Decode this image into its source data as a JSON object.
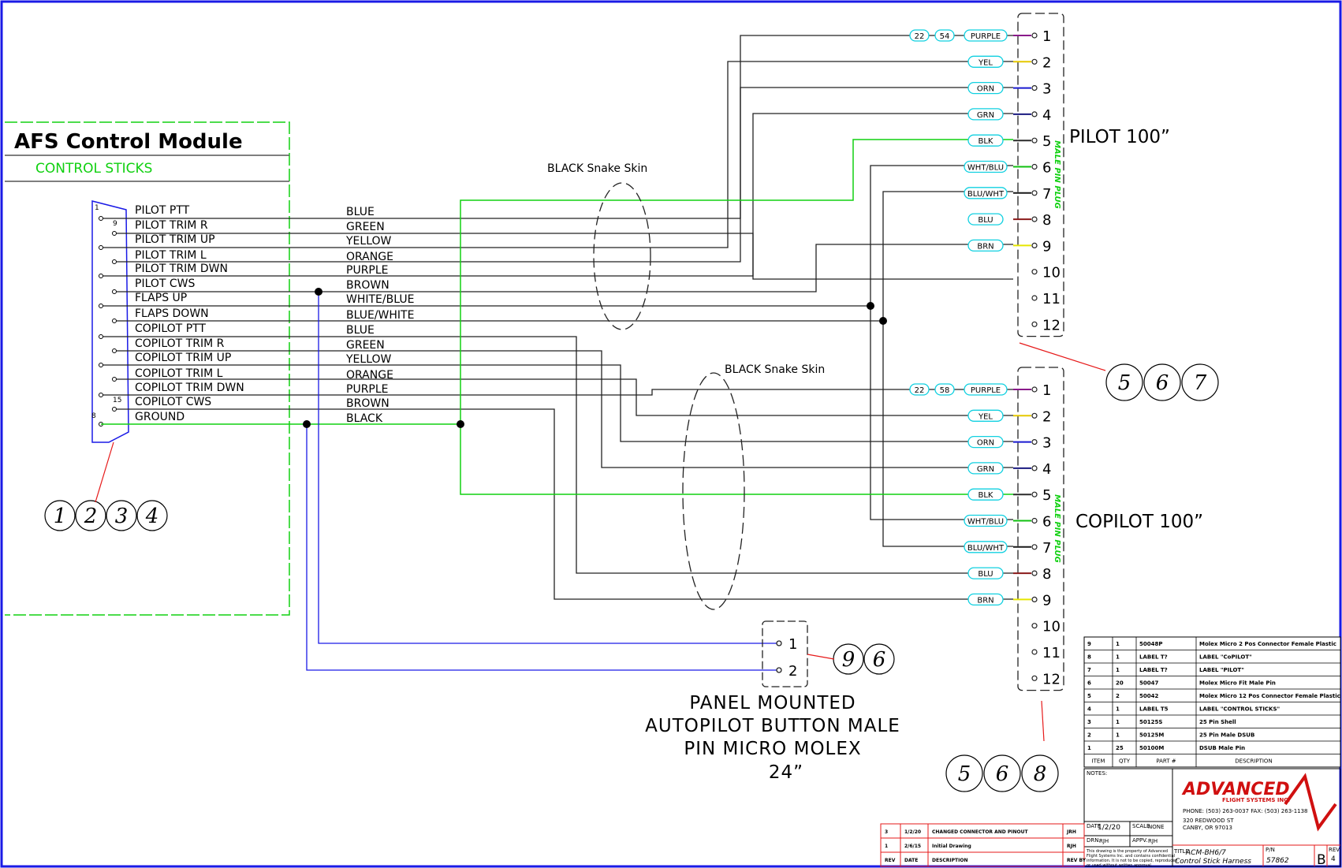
{
  "module_title": "AFS Control Module",
  "module_subtitle": "CONTROL STICKS",
  "dsub_pins": {
    "p1": "1",
    "p9": "9",
    "p15": "15",
    "p8": "8"
  },
  "signals": [
    {
      "name": "PILOT PTT",
      "color": "BLUE"
    },
    {
      "name": "PILOT TRIM R",
      "color": "GREEN"
    },
    {
      "name": "PILOT TRIM UP",
      "color": "YELLOW"
    },
    {
      "name": "PILOT TRIM L",
      "color": "ORANGE"
    },
    {
      "name": "PILOT TRIM DWN",
      "color": "PURPLE"
    },
    {
      "name": "PILOT CWS",
      "color": "BROWN"
    },
    {
      "name": "FLAPS UP",
      "color": "WHITE/BLUE"
    },
    {
      "name": "FLAPS DOWN",
      "color": "BLUE/WHITE"
    },
    {
      "name": "COPILOT PTT",
      "color": "BLUE"
    },
    {
      "name": "COPILOT TRIM R",
      "color": "GREEN"
    },
    {
      "name": "COPILOT TRIM UP",
      "color": "YELLOW"
    },
    {
      "name": "COPILOT TRIM L",
      "color": "ORANGE"
    },
    {
      "name": "COPILOT TRIM DWN",
      "color": "PURPLE"
    },
    {
      "name": "COPILOT CWS",
      "color": "BROWN"
    },
    {
      "name": "GROUND",
      "color": "BLACK"
    }
  ],
  "snake_skin_label": "BLACK Snake Skin",
  "pilot_connector": {
    "label": "PILOT 100”",
    "plug_label": "MALE PIN PLUG",
    "splice_a": "22",
    "splice_b": "54",
    "wires": [
      "PURPLE",
      "YEL",
      "ORN",
      "GRN",
      "BLK",
      "WHT/BLU",
      "BLU/WHT",
      "BLU",
      "BRN"
    ],
    "pins": [
      "1",
      "2",
      "3",
      "4",
      "5",
      "6",
      "7",
      "8",
      "9",
      "10",
      "11",
      "12"
    ]
  },
  "copilot_connector": {
    "label": "COPILOT 100”",
    "plug_label": "MALE PIN PLUG",
    "splice_a": "22",
    "splice_b": "58",
    "wires": [
      "PURPLE",
      "YEL",
      "ORN",
      "GRN",
      "BLK",
      "WHT/BLU",
      "BLU/WHT",
      "BLU",
      "BRN"
    ],
    "pins": [
      "1",
      "2",
      "3",
      "4",
      "5",
      "6",
      "7",
      "8",
      "9",
      "10",
      "11",
      "12"
    ]
  },
  "ap_connector": {
    "pins": [
      "1",
      "2"
    ],
    "label_lines": [
      "PANEL MOUNTED",
      "AUTOPILOT BUTTON MALE",
      "PIN MICRO MOLEX",
      "24”"
    ]
  },
  "balloons": {
    "dsub": [
      "1",
      "2",
      "3",
      "4"
    ],
    "pilot": [
      "5",
      "6",
      "7"
    ],
    "copilot": [
      "5",
      "6",
      "8"
    ],
    "ap": [
      "9",
      "6"
    ]
  },
  "wire_colors": {
    "PURPLE": "#8a1a8a",
    "YEL": "#e6c800",
    "ORN": "#1a1ad0",
    "GRN": "#1a1a80",
    "BLK": "#2a2a2a",
    "WHT/BLU": "#10c010",
    "BLU/WHT": "#1a1a1a",
    "BLU": "#8a1a1a",
    "BRN": "#e6e600"
  },
  "bom": {
    "headers": [
      "ITEM",
      "QTY",
      "PART #",
      "DESCRIPTION"
    ],
    "rows": [
      [
        "9",
        "1",
        "50048P",
        "Molex Micro 2 Pos Connector Female Plastic"
      ],
      [
        "8",
        "1",
        "LABEL T?",
        "LABEL \"CoPILOT\""
      ],
      [
        "7",
        "1",
        "LABEL T?",
        "LABEL \"PILOT\""
      ],
      [
        "6",
        "20",
        "50047",
        "Molex Micro Fit Male Pin"
      ],
      [
        "5",
        "2",
        "50042",
        "Molex Micro 12 Pos Connector Female Plastic"
      ],
      [
        "4",
        "1",
        "LABEL T5",
        "LABEL \"CONTROL STICKS\""
      ],
      [
        "3",
        "1",
        "50125S",
        "25 Pin Shell"
      ],
      [
        "2",
        "1",
        "50125M",
        "25 Pin Male DSUB"
      ],
      [
        "1",
        "25",
        "50100M",
        "DSUB Male Pin"
      ]
    ]
  },
  "title_block": {
    "notes_label": "NOTES:",
    "date_label": "DATE",
    "date_value": "1/2/20",
    "scale_label": "SCALE",
    "scale_value": "NONE",
    "drn_label": "DRN.",
    "drn_value": "RJH",
    "appv_label": "APPV.",
    "appv_value": "RJH",
    "confidential": [
      "This drawing is the property of Advanced",
      "Flight Systems Inc. and contains confidential",
      "information. It is not to be copied, reproduced",
      "or used without written approval."
    ],
    "company": "ADVANCED",
    "company_sub": "FLIGHT SYSTEMS INC.",
    "phone": "PHONE: (503) 263-0037  FAX: (503) 263-1138",
    "address1": "320 REDWOOD ST",
    "address2": "CANBY, OR 97013",
    "title_label": "TITLE",
    "title_value": "ACM-BH6/7",
    "title_sub": "Control Stick Harness",
    "pn_label": "P/N",
    "pn_value": "57862",
    "size": "B",
    "rev_label": "REV",
    "rev_value": "4"
  },
  "revisions": {
    "headers": [
      "REV",
      "DATE",
      "DESCRIPTION",
      "REV BY"
    ],
    "rows": [
      [
        "3",
        "1/2/20",
        "CHANGED CONNECTOR AND PINOUT",
        "JRH"
      ],
      [
        "1",
        "2/6/15",
        "Initial Drawing",
        "RJH"
      ]
    ]
  }
}
